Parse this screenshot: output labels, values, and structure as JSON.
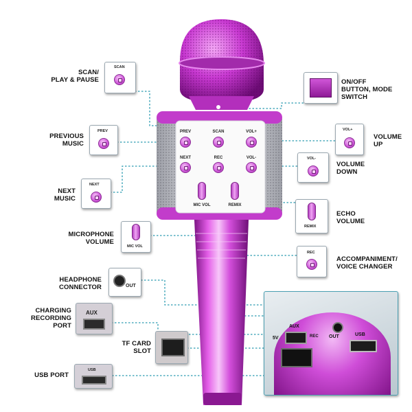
{
  "labels": {
    "scan": "SCAN/\nPLAY & PAUSE",
    "previous": "PREVIOUS\nMUSIC",
    "next": "NEXT\nMUSIC",
    "microphone": "MICROPHONE\nVOLUME",
    "headphone": "HEADPHONE\nCONNECTOR",
    "charging": "CHARGING\nRECORDING\nPORT",
    "tf": "TF CARD\nSLOT",
    "usb": "USB PORT",
    "onoff": "ON/OFF\nBUTTON, MODE\nSWITCH",
    "volup": "VOLUME\nUP",
    "voldown": "VOLUME\nDOWN",
    "echo": "ECHO\nVOLUME",
    "accomp": "ACCOMPANIMENT/\nVOICE CHANGER"
  },
  "box_text": {
    "scan": "SCAN",
    "prev": "PREV",
    "next": "NEXT",
    "micvol": "MIC VOL",
    "out": "OUT",
    "aux": "AUX",
    "usb": "USB",
    "volplus": "VOL+",
    "volminus": "VOL-",
    "remix": "REMIX",
    "rec": "REC"
  },
  "panel_text": {
    "prev": "PREV",
    "scan": "SCAN",
    "volplus": "VOL+",
    "next": "NEXT",
    "rec": "REC",
    "volminus": "VOL-",
    "micvol": "MIC VOL",
    "remix": "REMIX"
  },
  "inset_text": {
    "aux": "AUX",
    "five_v": "5V",
    "rec": "REC",
    "out": "OUT",
    "usb": "USB"
  },
  "colors": {
    "body": "#d14fd8",
    "body_dark": "#8d1d95",
    "silver": "#c9c9cf",
    "leader": "#2a9bb0"
  }
}
